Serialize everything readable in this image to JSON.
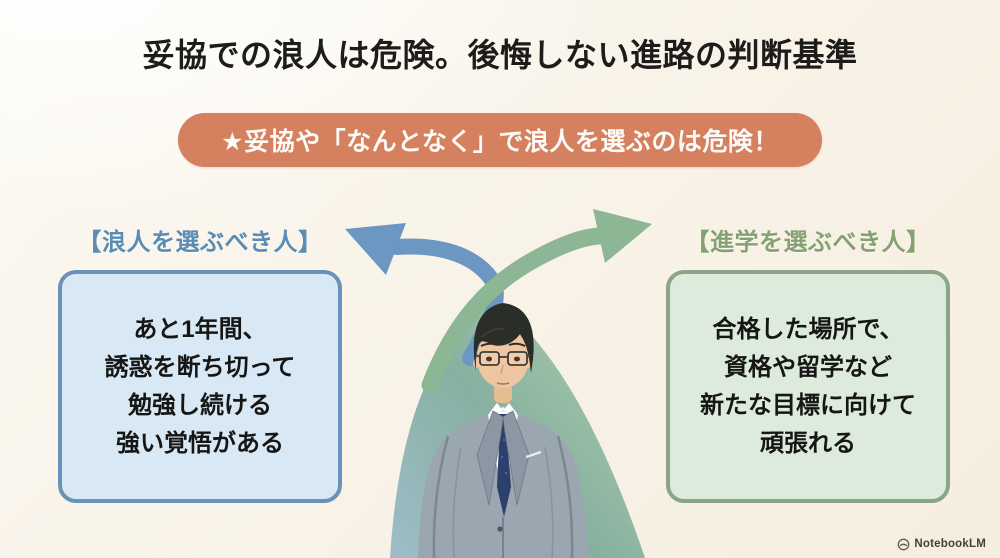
{
  "title": "妥協での浪人は危険。後悔しない進路の判断基準",
  "banner": {
    "text": "★妥協や「なんとなく」で浪人を選ぶのは危険！",
    "bg_color": "#d5805f",
    "text_color": "#fdfbf7"
  },
  "left_column": {
    "label": "【浪人を選ぶべき人】",
    "accent_color": "#5b8cb3",
    "box_bg": "#d9e8f5",
    "box_border": "#6a92b8",
    "lines": [
      "あと1年間、",
      "誘惑を断ち切って",
      "勉強し続ける",
      "強い覚悟がある"
    ]
  },
  "right_column": {
    "label": "【進学を選ぶべき人】",
    "accent_color": "#85a172",
    "box_bg": "#dcebdb",
    "box_border": "#8aa687",
    "lines": [
      "合格した場所で、",
      "資格や留学など",
      "新たな目標に向けて",
      "頑張れる"
    ]
  },
  "illustration": {
    "description": "man-in-suit-at-fork-of-two-paths",
    "arrow_left_color": "#6b97c2",
    "arrow_right_color": "#8db695",
    "arch_colors": [
      "#8fb3c4",
      "#74a596",
      "#99c39b"
    ]
  },
  "footer": {
    "brand": "NotebookLM"
  }
}
